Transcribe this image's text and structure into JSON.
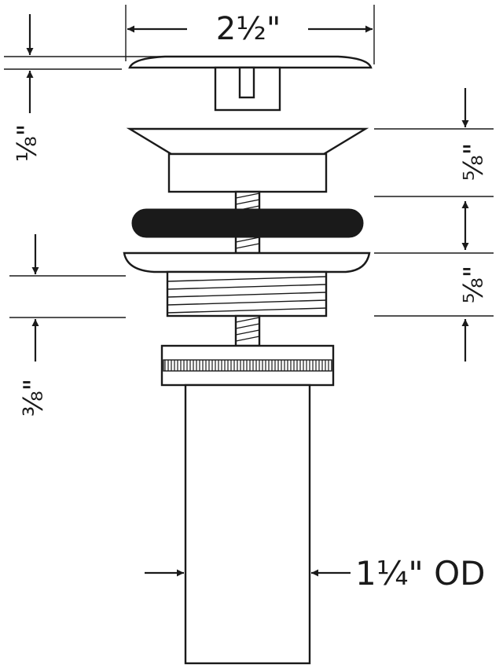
{
  "dimensions": {
    "overall_width": "2½\"",
    "cap_thickness": "⅛\"",
    "flange_height": "⅝\"",
    "gasket_height": "⅝\"",
    "thread_gap": "⅜\"",
    "outer_diameter": "1¼\" OD"
  },
  "colors": {
    "line": "#1a1a1a",
    "background": "#ffffff"
  }
}
